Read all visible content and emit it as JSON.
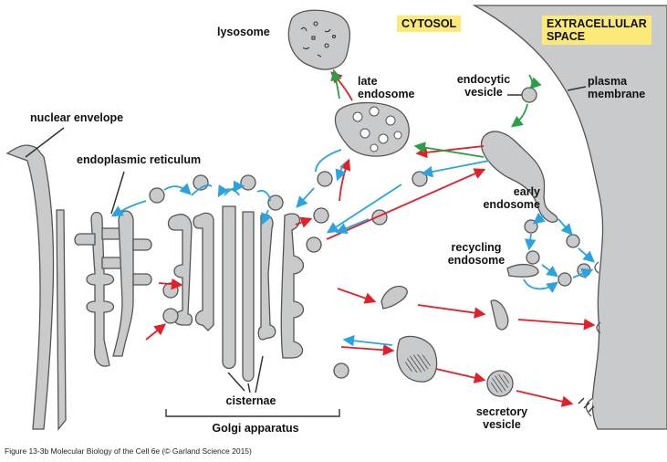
{
  "labels": {
    "lysosome": "lysosome",
    "late_endosome": [
      "late",
      "endosome"
    ],
    "endocytic_vesicle": [
      "endocytic",
      "vesicle"
    ],
    "plasma_membrane": [
      "plasma",
      "membrane"
    ],
    "nuclear_envelope": "nuclear envelope",
    "endoplasmic_reticulum": "endoplasmic reticulum",
    "early_endosome": [
      "early",
      "endosome"
    ],
    "recycling_endosome": [
      "recycling",
      "endosome"
    ],
    "cisternae": "cisternae",
    "golgi_apparatus": "Golgi apparatus",
    "secretory_vesicle": [
      "secretory",
      "vesicle"
    ]
  },
  "regions": {
    "cytosol": "CYTOSOL",
    "extracellular": [
      "EXTRACELLULAR",
      "SPACE"
    ]
  },
  "caption": "Figure 13-3b  Molecular Biology of the Cell 6e (© Garland Science 2015)",
  "colors": {
    "organelle_fill": "#c8cacb",
    "organelle_stroke": "#555555",
    "biosynthetic_arrow": "#e0202a",
    "retrieval_arrow": "#2aa3e0",
    "endocytic_arrow": "#2aa046",
    "label_box": "#fbe97a"
  }
}
